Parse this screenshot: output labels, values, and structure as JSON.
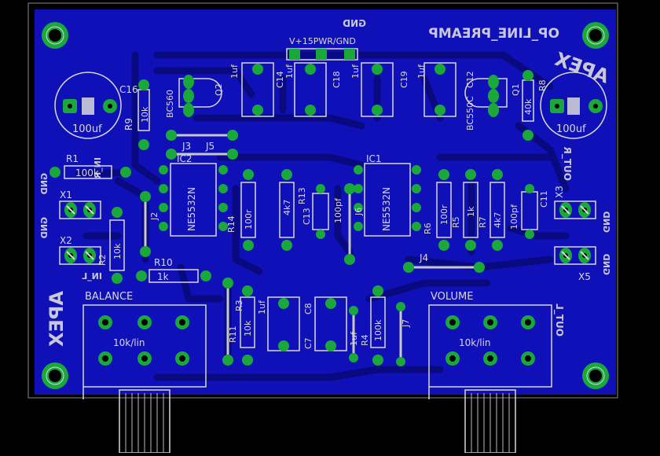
{
  "board": {
    "colors": {
      "background": "#000000",
      "copper": "#1010b8",
      "trace": "#0a0a80",
      "pad": "#1aa83a",
      "silk": "#d8d8d8",
      "wire": "#c8c8c8"
    }
  },
  "silkscreen": {
    "brand_top": "APEX",
    "brand_bottom": "APEX",
    "board_title": "OP_LINE_PREAMP",
    "gnd_top": "GND",
    "power_header": "V+15PWR/GND",
    "q2": "Q2",
    "q2_part": "BC560",
    "q1": "Q1",
    "q1_part": "BC550C",
    "c16": "C16",
    "c12": "C12",
    "c14": "C14",
    "c18": "C18",
    "c19": "C19",
    "cap_1uf": "1uf",
    "cap_100uf": "100uf",
    "r9": "R9",
    "r9_val": "10k",
    "r8": "R8",
    "r8_val": "40k",
    "r1": "R1",
    "r1_val": "100k",
    "j3": "J3",
    "j5": "J5",
    "j2": "J2",
    "j4": "J4",
    "j6": "J6",
    "j7": "J7",
    "ic2": "IC2",
    "ic1": "IC1",
    "ic_part": "NE5532N",
    "r14": "R14",
    "r14_val": "100r",
    "r13": "R13",
    "r13_val": "4k7",
    "c13": "C13",
    "c13_val": "100pf",
    "r6": "R6",
    "r6_val": "100r",
    "r5": "R5",
    "r5_val": "1k",
    "r7": "R7",
    "r7_val": "4k7",
    "c11": "C11",
    "c11_val": "100pf",
    "r2": "R2",
    "r2_val": "10k",
    "r10": "R10",
    "r10_val": "1k",
    "r11": "R11",
    "r3": "R3",
    "r3_val": "10k",
    "r4": "R4",
    "r4_val": "100k",
    "c8": "C8",
    "c7": "C7",
    "x1": "X1",
    "x2": "X2",
    "x3": "X3",
    "x5": "X5",
    "in_r": "IN_R",
    "in_l": "IN_L",
    "gnd": "GND",
    "out_r": "OUT_R",
    "out_l": "OUT_L",
    "balance": "BALANCE",
    "volume": "VOLUME",
    "pot_value": "10k/lin"
  }
}
